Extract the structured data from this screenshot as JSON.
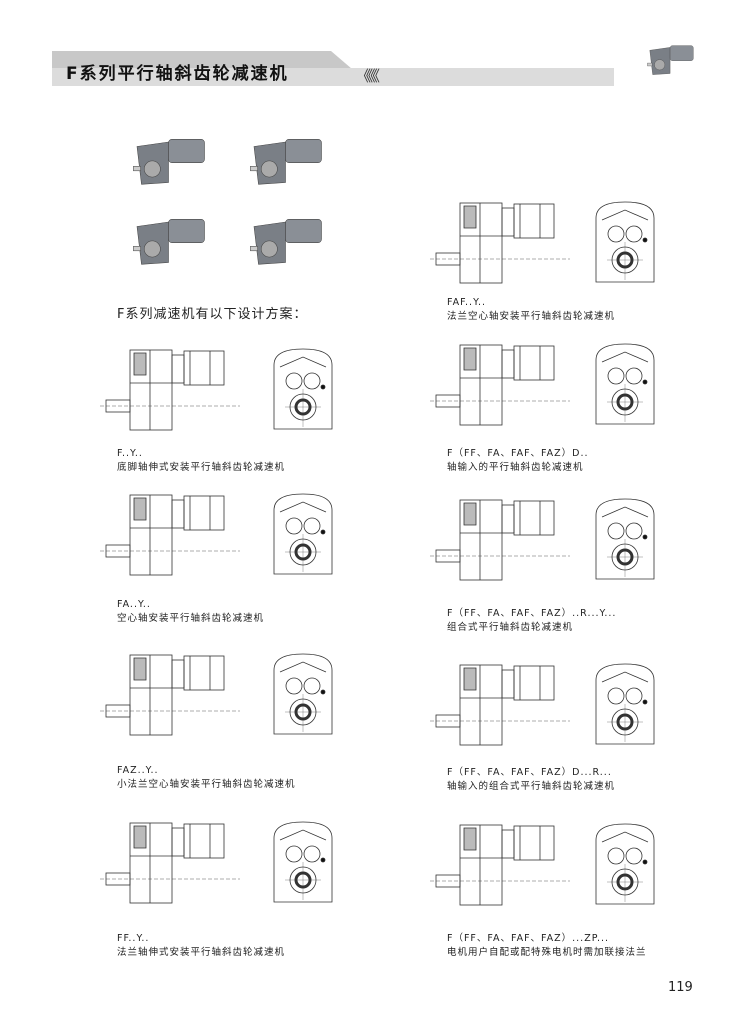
{
  "header": {
    "title": "F系列平行轴斜齿轮减速机",
    "chevrons": "《《《"
  },
  "subheading": "F系列减速机有以下设计方案：",
  "page_number": "119",
  "left_items": [
    {
      "code": "F..Y..",
      "desc": "底脚轴伸式安装平行轴斜齿轮减速机"
    },
    {
      "code": "FA..Y..",
      "desc": "空心轴安装平行轴斜齿轮减速机"
    },
    {
      "code": "FAZ..Y..",
      "desc": "小法兰空心轴安装平行轴斜齿轮减速机"
    },
    {
      "code": "FF..Y..",
      "desc": "法兰轴伸式安装平行轴斜齿轮减速机"
    }
  ],
  "right_items": [
    {
      "code": "FAF..Y..",
      "desc": "法兰空心轴安装平行轴斜齿轮减速机"
    },
    {
      "code": "F（FF、FA、FAF、FAZ）D..",
      "desc": "轴输入的平行轴斜齿轮减速机"
    },
    {
      "code": "F（FF、FA、FAF、FAZ）..R...Y...",
      "desc": "组合式平行轴斜齿轮减速机"
    },
    {
      "code": "F（FF、FA、FAF、FAZ）D...R...",
      "desc": "轴输入的组合式平行轴斜齿轮减速机"
    },
    {
      "code": "F（FF、FA、FAF、FAZ）...ZP...",
      "desc": "电机用户自配或配特殊电机时需加联接法兰"
    }
  ]
}
